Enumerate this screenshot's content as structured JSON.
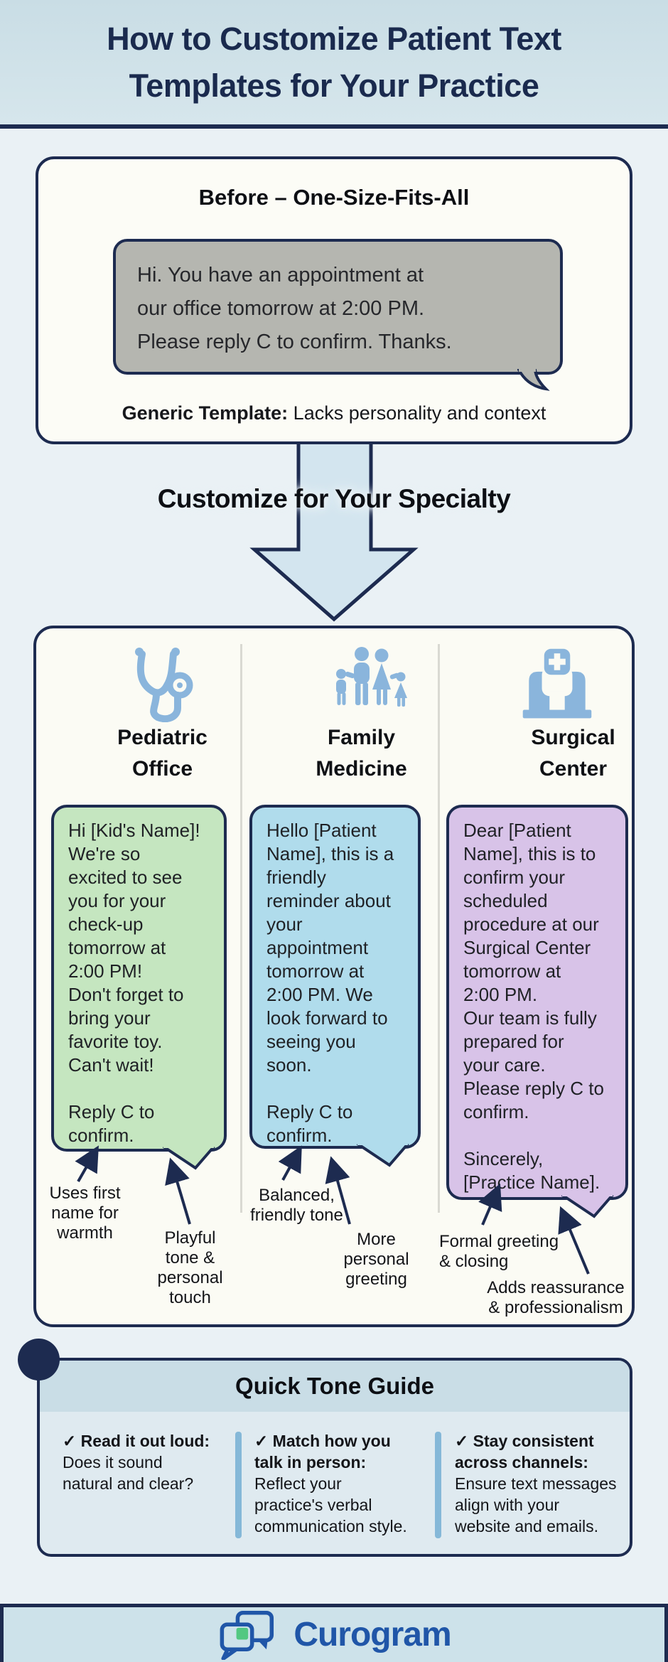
{
  "header": {
    "title": "How to Customize Patient Text\nTemplates for Your Practice"
  },
  "before": {
    "title": "Before – One-Size-Fits-All",
    "bubble_message": "Hi. You have an appointment at\nour office tomorrow at 2:00 PM.\nPlease reply C to confirm. Thanks.",
    "caption_bold": "Generic Template:",
    "caption_rest": " Lacks personality and context"
  },
  "transition": {
    "label": "Customize for Your Specialty"
  },
  "specialties": [
    {
      "icon": "stethoscope-icon",
      "title": "Pediatric\nOffice",
      "message": "Hi [Kid's Name]!\nWe're so\nexcited to see\nyou for your\ncheck-up\ntomorrow at\n2:00 PM!\nDon't forget to\nbring your\nfavorite toy.\nCan't wait!\n\nReply C to\nconfirm.",
      "bubble_color": "#c5e6c0",
      "annotations": [
        "Uses first\nname for\nwarmth",
        "Playful\ntone &\npersonal\ntouch"
      ]
    },
    {
      "icon": "family-icon",
      "title": "Family\nMedicine",
      "message": "Hello [Patient\nName], this is a\nfriendly\nreminder about\nyour\nappointment\ntomorrow at\n2:00 PM. We\nlook forward to\nseeing you\nsoon.\n\nReply C to\nconfirm.",
      "bubble_color": "#b0dcec",
      "annotations": [
        "Balanced,\nfriendly tone",
        "More\npersonal\ngreeting"
      ]
    },
    {
      "icon": "hospital-icon",
      "title": "Surgical\nCenter",
      "message": "Dear [Patient\nName], this is to\nconfirm your\nscheduled\nprocedure at our\nSurgical Center\ntomorrow at\n2:00 PM.\nOur team is fully\nprepared for\nyour care.\nPlease reply C to\nconfirm.\n\nSincerely,\n[Practice Name].",
      "bubble_color": "#d8c3e8",
      "annotations": [
        "Formal greeting\n& closing",
        "Adds reassurance\n& professionalism"
      ]
    }
  ],
  "tone_guide": {
    "title": "Quick Tone Guide",
    "tips": [
      {
        "lead": "✓ Read it out loud:",
        "body": "Does it sound\nnatural and clear?"
      },
      {
        "lead": "✓ Match how you\ntalk in person:",
        "body": "Reflect your\npractice's verbal\ncommunication style."
      },
      {
        "lead": "✓ Stay consistent\nacross channels:",
        "body": "Ensure text messages\nalign with your\nwebsite and emails."
      }
    ]
  },
  "footer": {
    "brand": "Curogram"
  },
  "colors": {
    "navy": "#1d2b50",
    "header_bg": "#cfe2e9",
    "page_bg": "#eaf1f5",
    "panel_bg": "#fcfcf6",
    "generic_bubble": "#b5b6b0",
    "pediatric_bubble": "#c5e6c0",
    "family_bubble": "#b0dcec",
    "surgical_bubble": "#d8c3e8",
    "icon_blue": "#8ab5dc",
    "arrow_fill": "#d3e5ef",
    "tone_divider": "#85b8d8",
    "brand_blue": "#2056a8",
    "brand_green": "#53c882"
  }
}
